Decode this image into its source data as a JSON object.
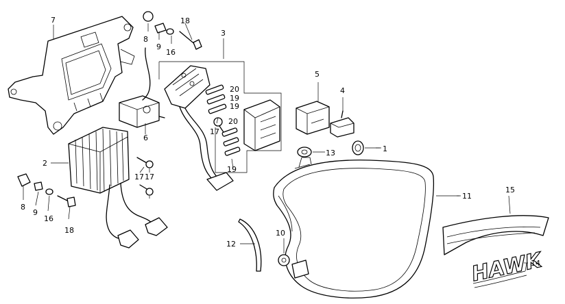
{
  "callouts": {
    "c1": "1",
    "c2": "2",
    "c3": "3",
    "c4": "4",
    "c5": "5",
    "c6": "6",
    "c7": "7",
    "c8a": "8",
    "c8b": "8",
    "c9a": "9",
    "c9b": "9",
    "c10": "10",
    "c11": "11",
    "c12": "12",
    "c13": "13",
    "c14": "14",
    "c15": "15",
    "c16a": "16",
    "c16b": "16",
    "c17a": "17",
    "c17b": "17",
    "c17c": "17",
    "c18a": "18",
    "c18b": "18",
    "c19a": "19",
    "c19b": "19",
    "c19c": "19",
    "c20a": "20",
    "c20b": "20"
  },
  "emblem": {
    "text": "HAWK"
  }
}
